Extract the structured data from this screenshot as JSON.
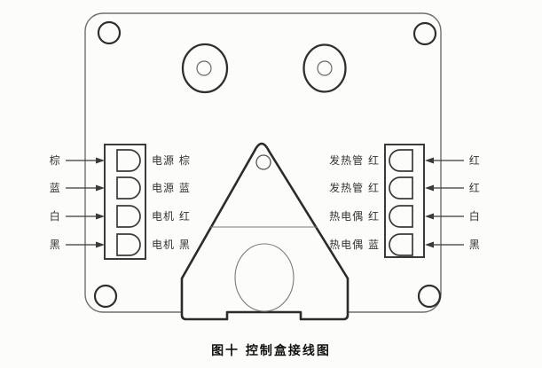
{
  "figure": {
    "caption": "图十 控制盒接线图"
  },
  "colors": {
    "ink": "#2f2f2f",
    "thin_line": "#6f6f6f",
    "paper": "#fcfcfb"
  },
  "left_connector": {
    "rows": [
      {
        "wire_label": "棕",
        "terminal_label": "电源 棕"
      },
      {
        "wire_label": "蓝",
        "terminal_label": "电源 蓝"
      },
      {
        "wire_label": "白",
        "terminal_label": "电机 红"
      },
      {
        "wire_label": "黑",
        "terminal_label": "电机 黑"
      }
    ]
  },
  "right_connector": {
    "rows": [
      {
        "terminal_label": "发热管 红",
        "wire_label": "红"
      },
      {
        "terminal_label": "发热管 红",
        "wire_label": "红"
      },
      {
        "terminal_label": "热电偶 红",
        "wire_label": "白"
      },
      {
        "terminal_label": "热电偶 蓝",
        "wire_label": "黑"
      }
    ]
  }
}
